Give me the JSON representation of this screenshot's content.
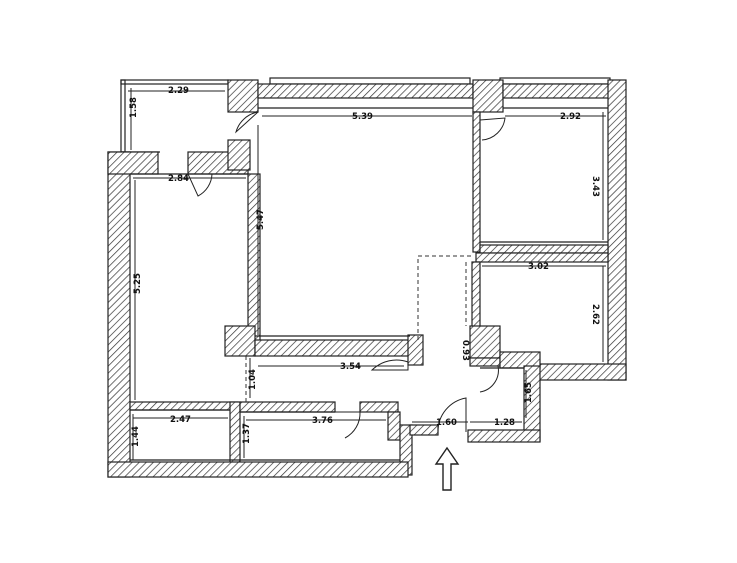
{
  "dimensions": {
    "d229": "2.29",
    "d158": "1.58",
    "d539": "5.39",
    "d292": "2.92",
    "d343": "3.43",
    "d284": "2.84",
    "d547": "5.47",
    "d525": "5.25",
    "d302": "3.02",
    "d262": "2.62",
    "d354": "3.54",
    "d104": "1.04",
    "d247": "2.47",
    "d144": "1.44",
    "d137": "1.37",
    "d376": "3.76",
    "d160": "1.60",
    "d128": "1.28",
    "d165": "1.65",
    "d093": "0.93"
  },
  "icons": {
    "entrance": "entrance-arrow-icon"
  }
}
